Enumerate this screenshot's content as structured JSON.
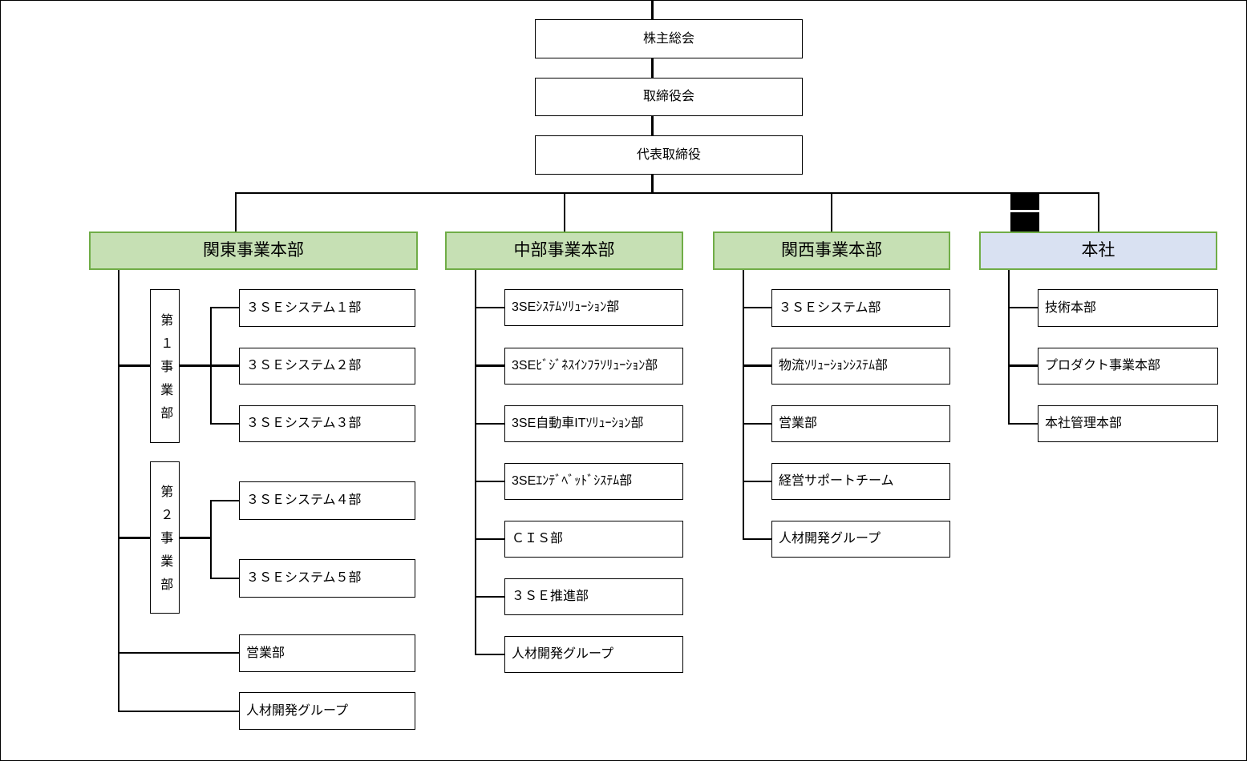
{
  "colors": {
    "division_fill": "#C6E0B4",
    "division_border": "#70AD47",
    "head_office_fill": "#D9E1F2",
    "line": "#000000",
    "box_background": "#FFFFFF"
  },
  "governance": {
    "shareholders_meeting": "株主総会",
    "board_of_directors": "取締役会",
    "representative_director": "代表取締役"
  },
  "kanto": {
    "title": "関東事業本部",
    "division1": {
      "title": "第１事業部",
      "depts": [
        "３ＳＥシステム１部",
        "３ＳＥシステム２部",
        "３ＳＥシステム３部"
      ]
    },
    "division2": {
      "title": "第２事業部",
      "depts": [
        "３ＳＥシステム４部",
        "３ＳＥシステム５部"
      ]
    },
    "sales_dept": "営業部",
    "hr_group": "人材開発グループ"
  },
  "chubu": {
    "title": "中部事業本部",
    "depts": [
      "3SEｼｽﾃﾑｿﾘｭｰｼｮﾝ部",
      "3SEﾋﾞｼﾞﾈｽｲﾝﾌﾗｿﾘｭｰｼｮﾝ部",
      "3SE自動車ITｿﾘｭｰｼｮﾝ部",
      "3SEｴﾝﾃﾞﾍﾞｯﾄﾞｼｽﾃﾑ部",
      "ＣＩＳ部",
      "３ＳＥ推進部",
      "人材開発グループ"
    ]
  },
  "kansai": {
    "title": "関西事業本部",
    "depts": [
      "３ＳＥシステム部",
      "物流ｿﾘｭｰｼｮﾝｼｽﾃﾑ部",
      "営業部",
      "経営サポートチーム",
      "人材開発グループ"
    ]
  },
  "head_office": {
    "title": "本社",
    "depts": [
      "技術本部",
      "プロダクト事業本部",
      "本社管理本部"
    ]
  }
}
